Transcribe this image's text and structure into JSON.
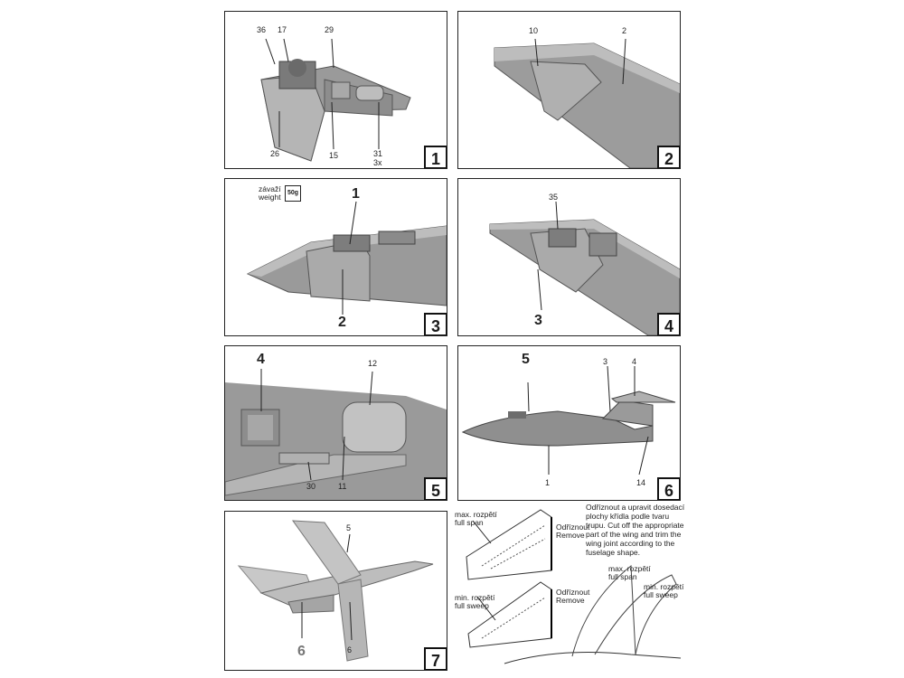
{
  "steps": [
    {
      "number": "1",
      "labels": {
        "a": "36",
        "b": "17",
        "c": "29",
        "d": "26",
        "e": "15",
        "f": "31",
        "g": "3x"
      }
    },
    {
      "number": "2",
      "labels": {
        "a": "10",
        "b": "2"
      }
    },
    {
      "number": "3",
      "labels": {
        "a": "1",
        "b": "2"
      },
      "weight_cz": "závaží",
      "weight_en": "weight",
      "weight_value": "50g"
    },
    {
      "number": "4",
      "labels": {
        "a": "35",
        "b": "3"
      }
    },
    {
      "number": "5",
      "labels": {
        "a": "4",
        "b": "12",
        "c": "30",
        "d": "11"
      }
    },
    {
      "number": "6",
      "labels": {
        "a": "5",
        "b": "3",
        "c": "4",
        "d": "1",
        "e": "14"
      }
    },
    {
      "number": "7",
      "labels": {
        "a": "5",
        "b": "6",
        "c": "6"
      }
    }
  ],
  "wing_notes": {
    "max_span_cz": "max. rozpětí",
    "max_span_en": "full span",
    "min_span_cz": "min. rozpětí",
    "min_span_en": "full sweep",
    "remove_cz": "Odříznout",
    "remove_en": "Remove",
    "instruction": "Odříznout a upravit dosedací plochy křídla podle tvaru trupu. Cut off the appropriate part of the wing and trim the wing joint according to the fuselage shape.",
    "fin_max_cz": "max. rozpětí",
    "fin_max_en": "full span",
    "fin_min_cz": "min. rozpětí",
    "fin_min_en": "full sweep"
  }
}
